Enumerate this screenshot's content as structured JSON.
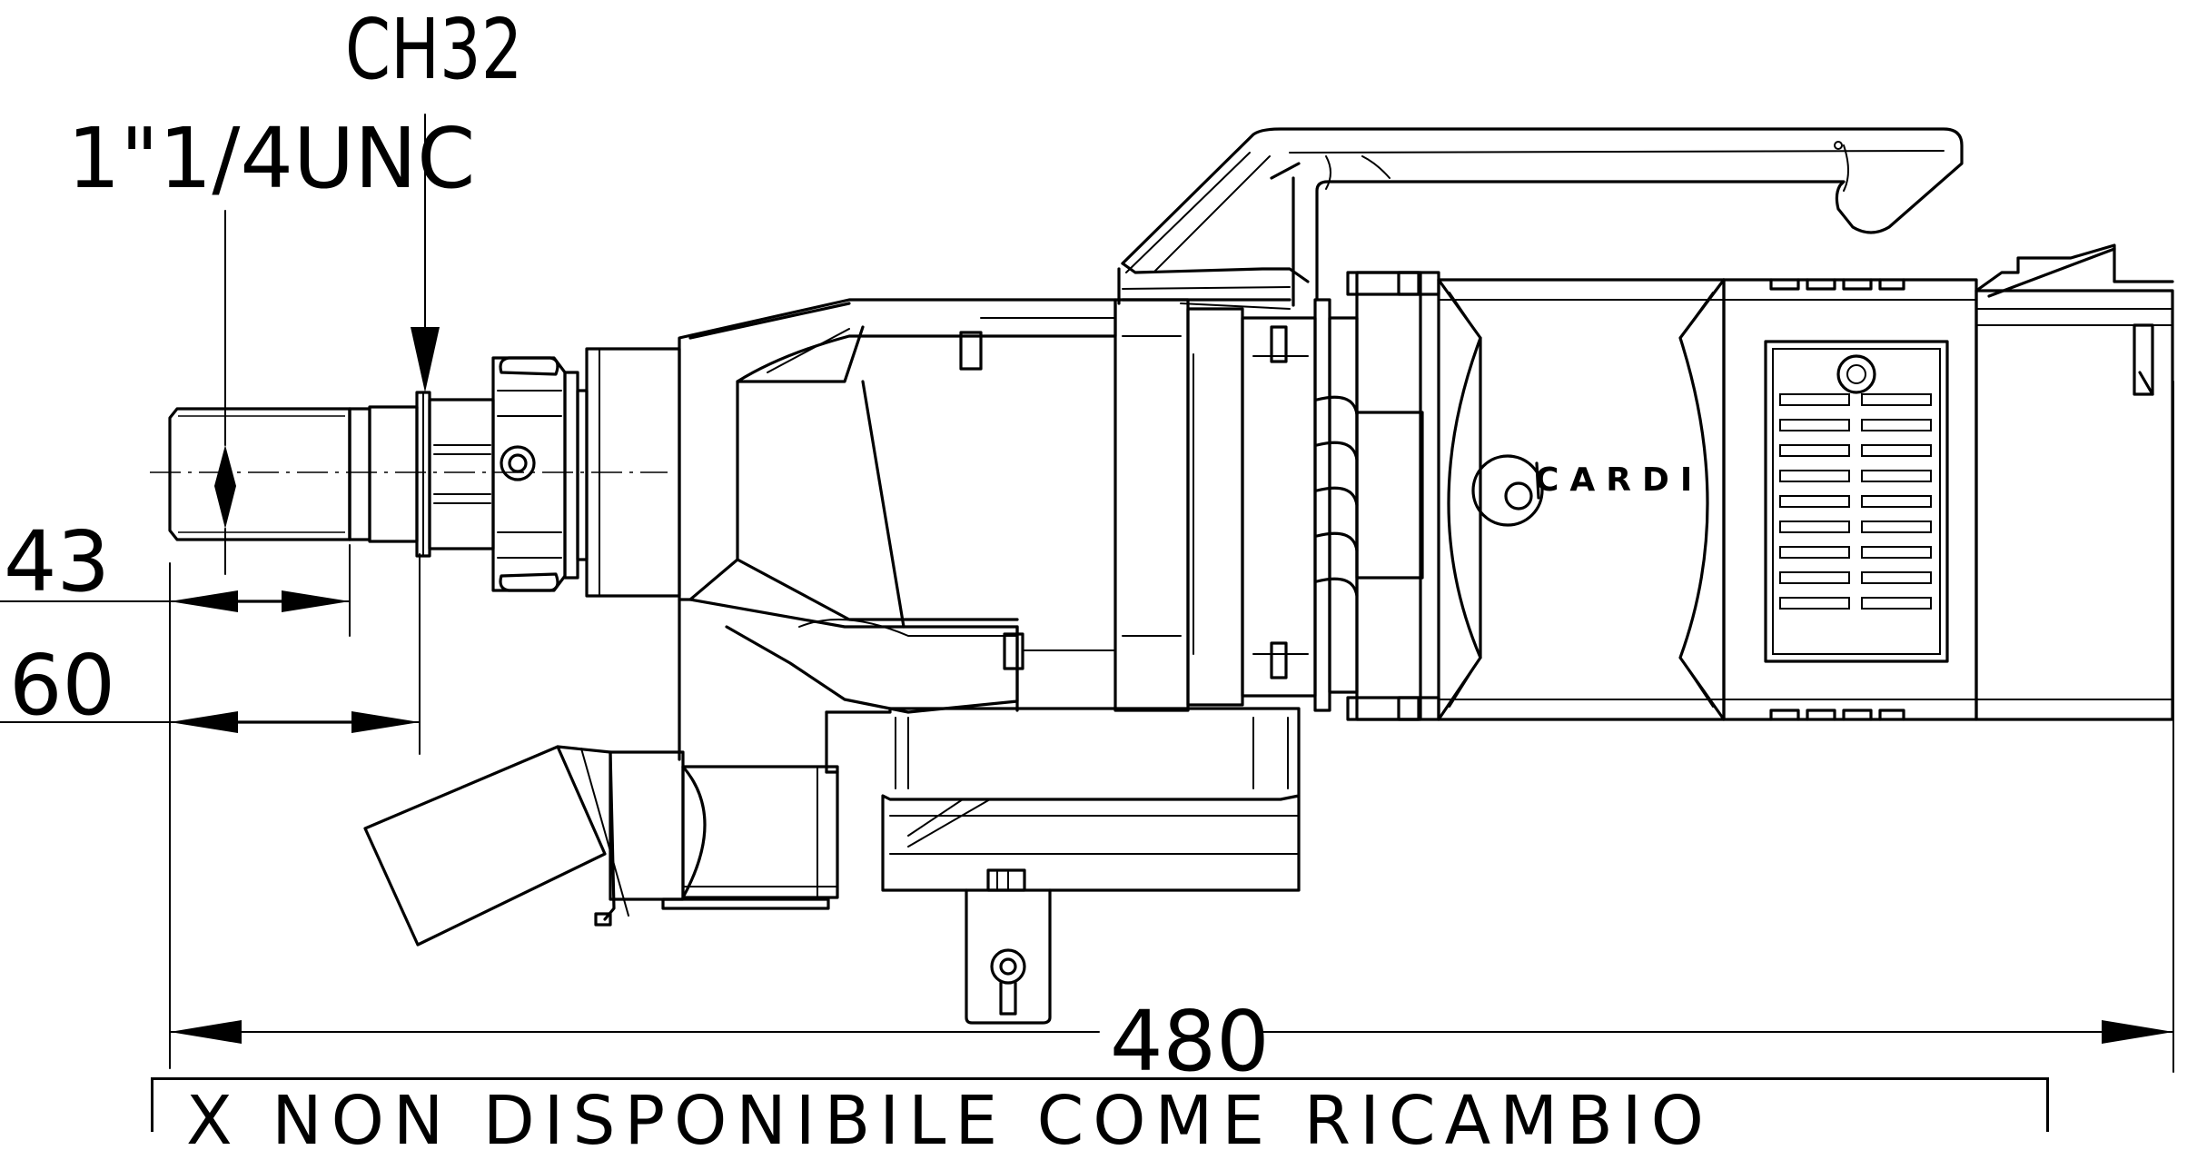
{
  "dimensions": {
    "wrench_size": "CH32",
    "thread": "1\"1/4UNC",
    "length_short": "43",
    "length_mid": "60",
    "overall_length": "480"
  },
  "brand": {
    "logo_text": "CARDI"
  },
  "note": {
    "text": "X  NON DISPONIBILE COME RICAMBIO"
  }
}
